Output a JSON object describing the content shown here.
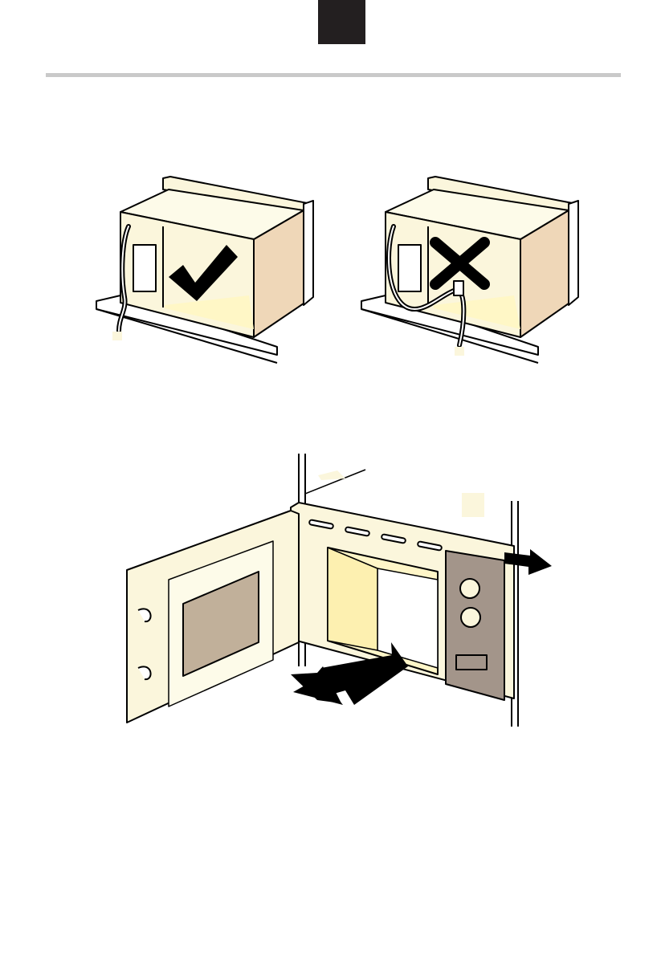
{
  "colors": {
    "tab": "#231f20",
    "rule": "#c9c9c9",
    "cream": "#fbf6dc",
    "light_cream": "#fdfbe9",
    "tan": "#efd7b8",
    "brown": "#c1b09a",
    "panel": "#a3958a",
    "ink": "#000000"
  },
  "figures": [
    {
      "id": "correct",
      "mark_icon": "check-mark-icon"
    },
    {
      "id": "incorrect",
      "mark_icon": "cross-mark-icon"
    },
    {
      "id": "installation",
      "arrow_icons": [
        "push-arrow-icon",
        "slide-arrow-icon"
      ]
    }
  ]
}
